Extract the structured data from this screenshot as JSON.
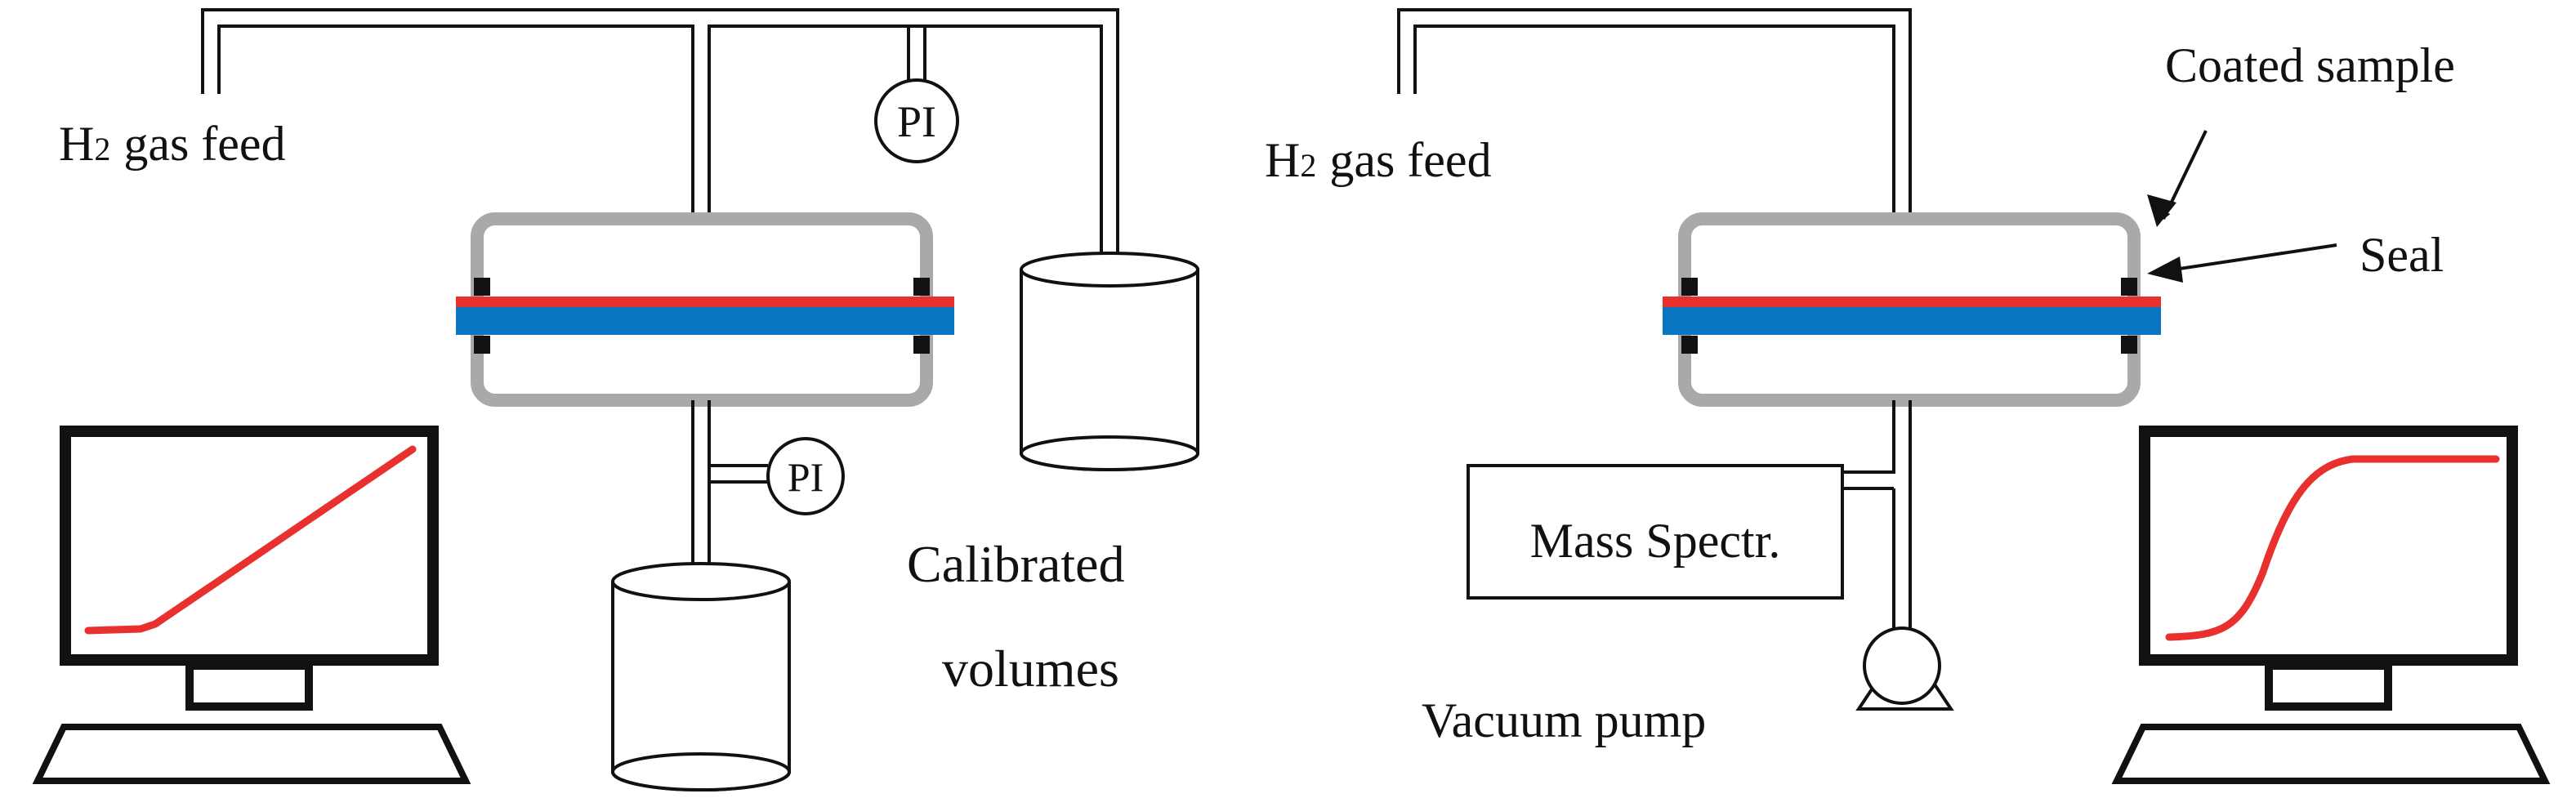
{
  "left_setup": {
    "gas_feed": {
      "symbol": "H",
      "subscript": "2",
      "text": "gas feed"
    },
    "upper_gauge": "PI",
    "lower_gauge": "PI",
    "calibrated_volumes": {
      "line1": "Calibrated",
      "line2": "volumes"
    }
  },
  "right_setup": {
    "gas_feed": {
      "symbol": "H",
      "subscript": "2",
      "text": "gas feed"
    },
    "coated_sample": "Coated sample",
    "seal": "Seal",
    "mass_spectrometer": "Mass Spectr.",
    "vacuum_pump": "Vacuum pump"
  },
  "colors": {
    "coating": "#e8302f",
    "substrate": "#0a76c2",
    "chamber": "#a9a9a9",
    "seal": "#111111",
    "curve": "#e8302f",
    "lines": "#111111"
  }
}
